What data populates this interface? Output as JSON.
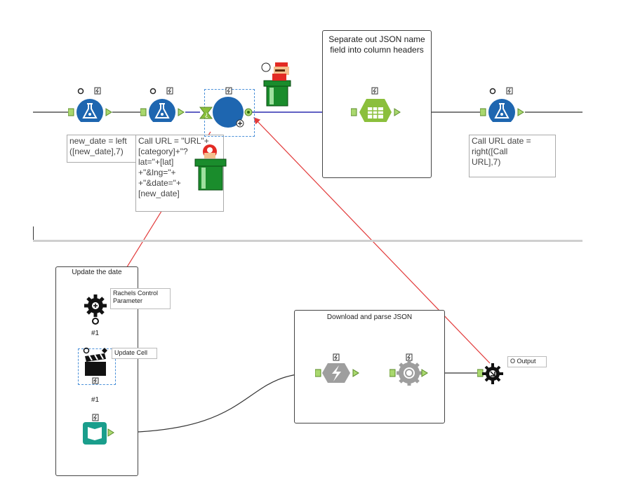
{
  "top_workflow": {
    "container_title": "Separate out JSON name field into column headers",
    "annotations": {
      "formula1": "new_date = left\n([new_date],7)",
      "formula2": "Call URL = \"URL\"+\n[category]+\"?\nlat=\"+[lat]\n+\"&lng=\"+\n+\"&date=\"+\n[new_date]",
      "formula3": "Call URL date =\nright([Call\nURL],7)"
    }
  },
  "bottom_workflow": {
    "update_container_title": "Update the date",
    "download_container_title": "Download and parse JSON",
    "control_param_label": "Rachels Control\nParameter",
    "update_cell_label": "Update Cell",
    "output_label": "O Output",
    "step1": "#1",
    "step2": "#1"
  },
  "icons": {
    "formula": "formula-flask-icon",
    "tile": "tile-icon",
    "text_to_columns": "text-to-columns-icon",
    "control_parameter": "control-parameter-gear-icon",
    "update_action": "clapperboard-icon",
    "text_input": "book-icon",
    "download": "download-icon",
    "json_parse": "json-parse-icon",
    "macro_output": "macro-output-icon",
    "mario": "mario-sprite-icon",
    "pipe": "warp-pipe-icon"
  },
  "colors": {
    "connection": "#2d2db0",
    "arrow": "#e23a3a",
    "formula": "#1e66b0",
    "tool_green": "#8bbf3c",
    "anchor_green": "#7ac943"
  }
}
